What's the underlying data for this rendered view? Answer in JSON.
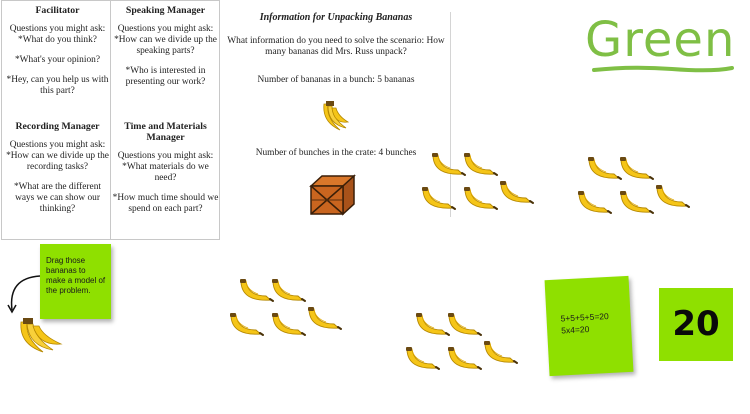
{
  "roles": {
    "facilitator": {
      "title": "Facilitator",
      "lines": [
        "Questions you might ask:",
        "*What do you think?",
        "*What's your opinion?",
        "*Hey, can you help us with this part?"
      ]
    },
    "speaking": {
      "title": "Speaking Manager",
      "lines": [
        "Questions you might ask:",
        "*How can we divide up the speaking parts?",
        "*Who is interested in presenting our work?"
      ]
    },
    "recording": {
      "title": "Recording Manager",
      "lines": [
        "Questions you might ask:",
        "*How can we divide up the recording tasks?",
        "*What are the different ways we can show our thinking?"
      ]
    },
    "time": {
      "title": "Time and Materials Manager",
      "lines": [
        "Questions you might ask:",
        "*What materials do we need?",
        "*How much time should we spend on each part?"
      ]
    }
  },
  "info": {
    "title": "Information for Unpacking Bananas",
    "question": "What information do you need to solve the scenario: How many bananas did Mrs. Russ unpack?",
    "bunch_line": "Number of bananas in a bunch:  5 bananas",
    "crate_line": "Number of bunches in the crate: 4 bunches"
  },
  "group_label": "Green",
  "drag_note": "Drag those bananas to make a model of the problem.",
  "equations": [
    "5+5+5+5=20",
    "5x4=20"
  ],
  "answer": "20",
  "colors": {
    "sticky": "#8fe000",
    "group_green": "#7fbf45",
    "banana": "#f5c518"
  }
}
